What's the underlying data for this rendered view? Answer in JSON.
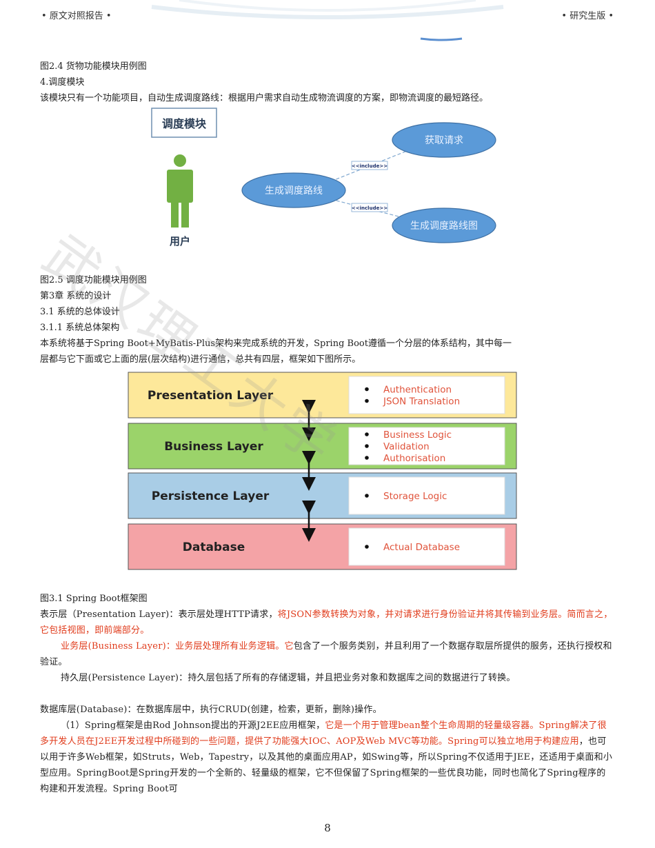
{
  "header": {
    "left": "• 原文对照报告 •",
    "right": "• 研究生版 •"
  },
  "lines": {
    "fig24": "图2.4 货物功能模块用例图",
    "sec4": "4.调度模块",
    "sec4_desc": "该模块只有一个功能项目，自动生成调度路线：根据用户需求自动生成物流调度的方案，即物流调度的最短路径。",
    "fig25": "图2.5 调度功能模块用例图",
    "ch3": "第3章 系统的设计",
    "s31": "3.1 系统的总体设计",
    "s311": "3.1.1 系统总体架构",
    "fig31": "图3.1 Spring Boot框架图"
  },
  "usecase": {
    "module_title": "调度模块",
    "actor_label": "用户",
    "center": "生成调度路线",
    "top": "获取请求",
    "bottom": "生成调度路线图",
    "include_top": "<<include>>",
    "include_bottom": "<<include>>"
  },
  "arch_intro": {
    "p1": "本系统将基于Spring Boot+MyBatis-Plus架构来完成系统的开发，Spring Boot遵循一个分层的体系结构，其中每一",
    "p2": "层都与它下面或它上面的层(层次结构)进行通信，总共有四层，框架如下图所示。"
  },
  "layers": [
    {
      "name": "Presentation Layer",
      "color": "#fde89a",
      "items": [
        "Authentication",
        "JSON Translation"
      ]
    },
    {
      "name": "Business Layer",
      "color": "#9bd36a",
      "items": [
        "Business Logic",
        "Validation",
        "Authorisation"
      ]
    },
    {
      "name": "Persistence Layer",
      "color": "#a9cde6",
      "items": [
        "Storage Logic"
      ]
    },
    {
      "name": "Database",
      "color": "#f4a3a6",
      "items": [
        "Actual Database"
      ]
    }
  ],
  "body": {
    "p_pres_a": "表示层（Presentation Layer)：表示层处理HTTP请求，",
    "p_pres_b": "将JSON参数转换为对象，并对请求进行身份验证并将其传输到业务层。简而言之，它包括视图，即前端部分。",
    "p_bus_a": "业务层(Business Layer)：业务层处理所有业务逻辑。它",
    "p_bus_b": "包含了一个服务类别，并且利用了一个数据存取层所提供的服务，还执行授权和验证。",
    "p_per": "持久层(Persistence Layer)：持久层包括了所有的存储逻辑，并且把业务对象和数据库之间的数据进行了转换。",
    "p_db": "数据库层(Database)：在数据库层中，执行CRUD(创建，检索，更新，删除)操作。",
    "p_spring_a": "（1）Spring框架是由Rod Johnson提出的开源J2EE应用框架，",
    "p_spring_b": "它是一个用于管理bean整个生命周期的轻量级容器。Spring解决了很多开发人员在J2EE开发过程中所碰到的一些问题，提供了功能强大IOC、AOP及Web MVC等功能。Spring可以独立地用于构建应用",
    "p_spring_c": "，也可以用于许多Web框架，如Struts，Web，Tapestry，以及其他的桌面应用AP，如Swing等，所以Spring不仅适用于JEE，还适用于桌面和小型应用。SpringBoot是Spring开发的一个全新的、轻量级的框架，它不但保留了Spring框架的一些优良功能，同时也简化了Spring程序的构建和开发流程。Spring Boot可"
  },
  "watermark": "武汉理工大学",
  "page_number": "8"
}
